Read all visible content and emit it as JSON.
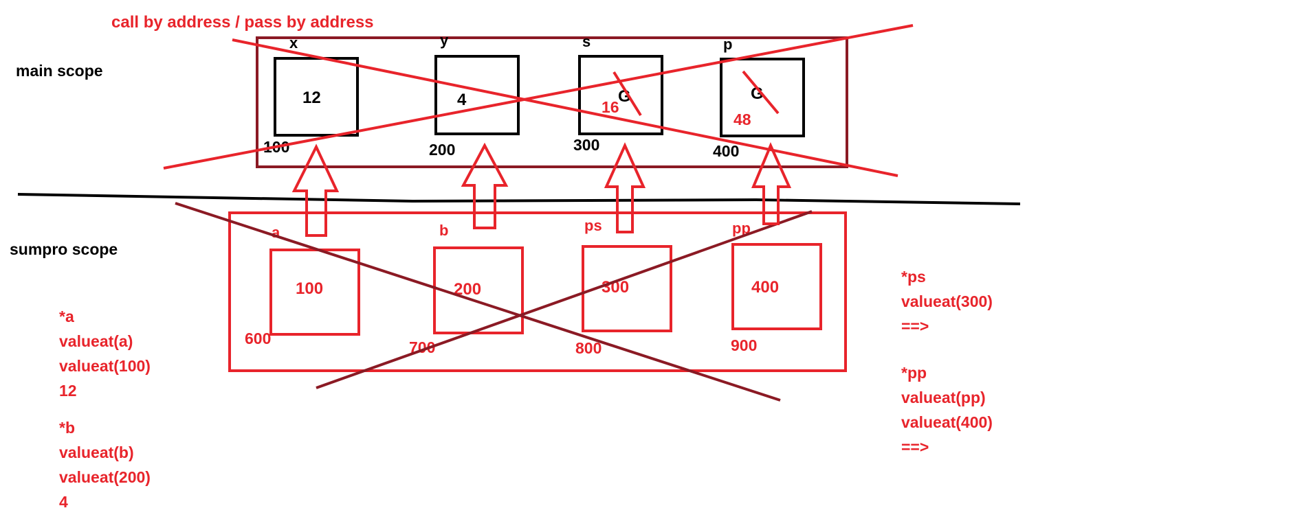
{
  "title": "call by address / pass by address",
  "main_scope": {
    "label": "main scope",
    "cells": [
      {
        "name": "x",
        "value": "12",
        "address": "100"
      },
      {
        "name": "y",
        "value": "4",
        "address": "200"
      },
      {
        "name": "s",
        "value": "G",
        "new_value": "16",
        "address": "300"
      },
      {
        "name": "p",
        "value": "G",
        "new_value": "48",
        "address": "400"
      }
    ]
  },
  "sumpro_scope": {
    "label": "sumpro scope",
    "cells": [
      {
        "name": "a",
        "value": "100",
        "address": "600"
      },
      {
        "name": "b",
        "value": "200",
        "address": "700"
      },
      {
        "name": "ps",
        "value": "300",
        "address": "800"
      },
      {
        "name": "pp",
        "value": "400",
        "address": "900"
      }
    ]
  },
  "notes_left": [
    [
      "*a",
      "valueat(a)",
      "valueat(100)",
      "12"
    ],
    [
      "*b",
      "valueat(b)",
      "valueat(200)",
      "4"
    ]
  ],
  "notes_right": [
    [
      "*ps",
      "valueat(300)",
      "==>"
    ],
    [
      "*pp",
      "valueat(pp)",
      "valueat(400)",
      "==>"
    ]
  ],
  "colors": {
    "red": "#e8242b",
    "dark_red": "#8b1a24",
    "black": "#000000"
  }
}
